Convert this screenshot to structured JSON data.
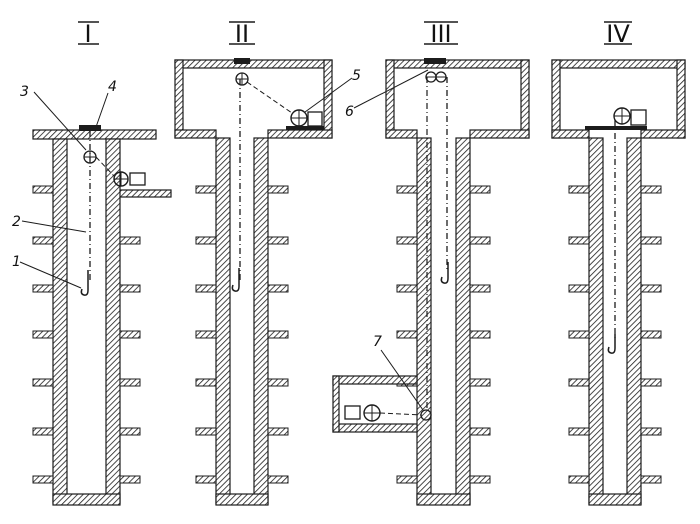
{
  "figure": {
    "variants": [
      {
        "id": "I",
        "label": "I"
      },
      {
        "id": "II",
        "label": "II"
      },
      {
        "id": "III",
        "label": "III"
      },
      {
        "id": "IV",
        "label": "IV"
      }
    ],
    "callouts": [
      "1",
      "2",
      "3",
      "4",
      "5",
      "6",
      "7"
    ]
  },
  "colors": {
    "ink": "#1c1c1c",
    "paper": "#ffffff"
  }
}
